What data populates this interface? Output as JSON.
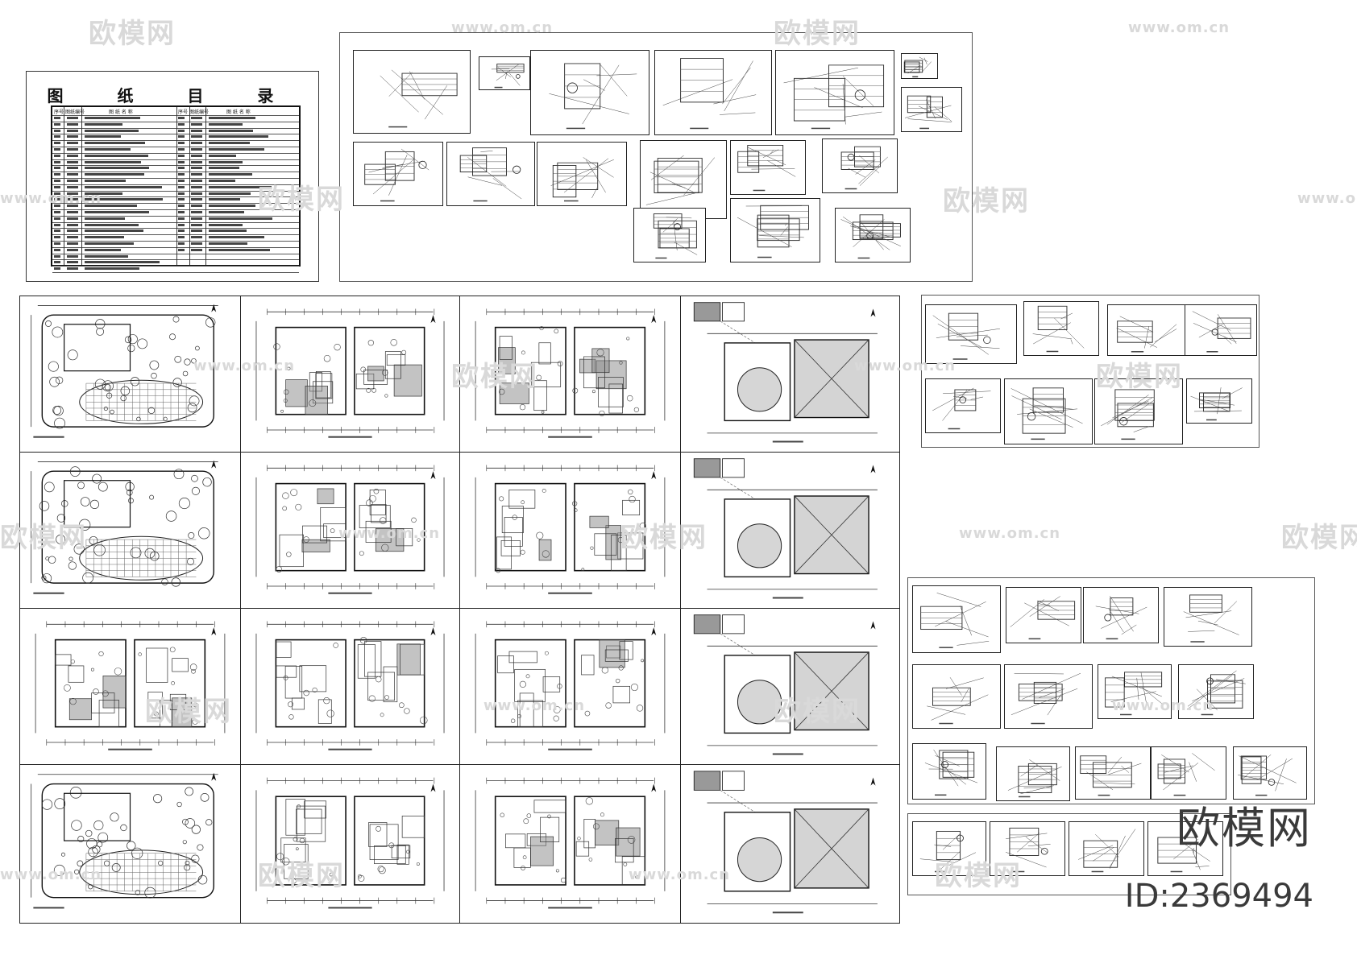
{
  "catalog": {
    "title": "图 纸 目 录",
    "col_no": "序号",
    "col_code": "图纸编号",
    "col_name": "图 纸 名 称"
  },
  "watermark": {
    "brand_cn": "欧模网",
    "url": "www.om.cn"
  },
  "brand": {
    "name": "欧模网",
    "id": "ID:2369494"
  },
  "colors": {
    "line": "#222222",
    "hatch": "#777777",
    "watermark": "#d9d9d9"
  }
}
